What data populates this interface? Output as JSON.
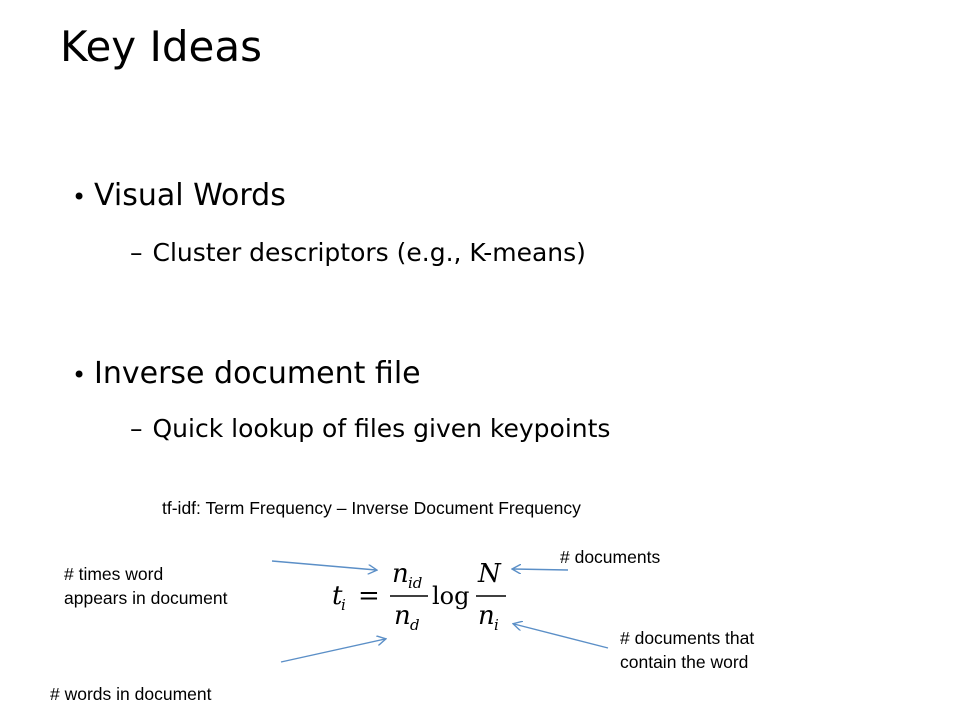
{
  "slide": {
    "title": "Key Ideas",
    "bullets": [
      {
        "text": "Visual Words",
        "sub": "Cluster descriptors (e.g., K-means)"
      },
      {
        "text": "Inverse document file",
        "sub": "Quick lookup of files given keypoints"
      }
    ],
    "bullet_glyph": "•",
    "dash_glyph": "–",
    "tfidf_caption": "tf-idf: Term Frequency – Inverse Document Frequency",
    "annotations": {
      "times_word": [
        "# times word",
        "appears in document"
      ],
      "words_in_doc": "# words in document",
      "num_documents": "#  documents",
      "docs_contain": [
        "#  documents that",
        "contain the word"
      ]
    },
    "formula": {
      "lhs": "t",
      "lhs_sub": "i",
      "equals": "=",
      "num1": "n",
      "num1_sub": "id",
      "den1": "n",
      "den1_sub": "d",
      "log": "log",
      "num2": "N",
      "den2": "n",
      "den2_sub": "i"
    },
    "colors": {
      "arrow": "#5b8fc7",
      "text": "#000000"
    }
  }
}
